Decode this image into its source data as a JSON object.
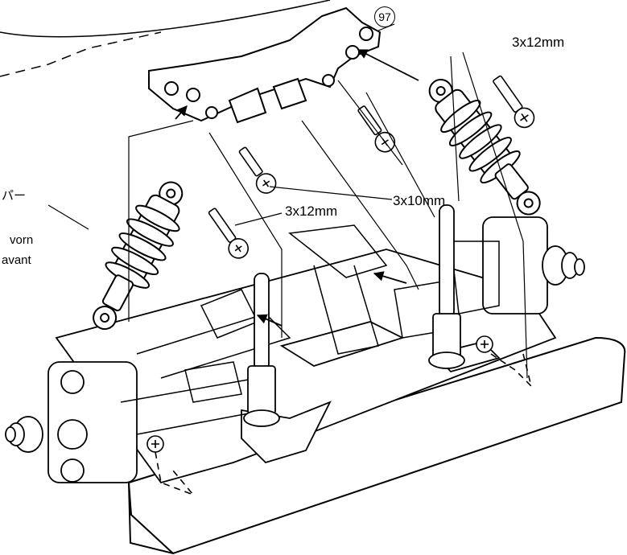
{
  "diagram": {
    "part_number": "97",
    "labels": {
      "screw_right_top": "3x12mm",
      "screw_middle": "3x10mm",
      "screw_left": "3x12mm",
      "damper_jp": "パー",
      "damper_de": "vorn",
      "damper_fr": "avant"
    }
  },
  "colors": {
    "line": "#000000",
    "paper": "#ffffff"
  }
}
